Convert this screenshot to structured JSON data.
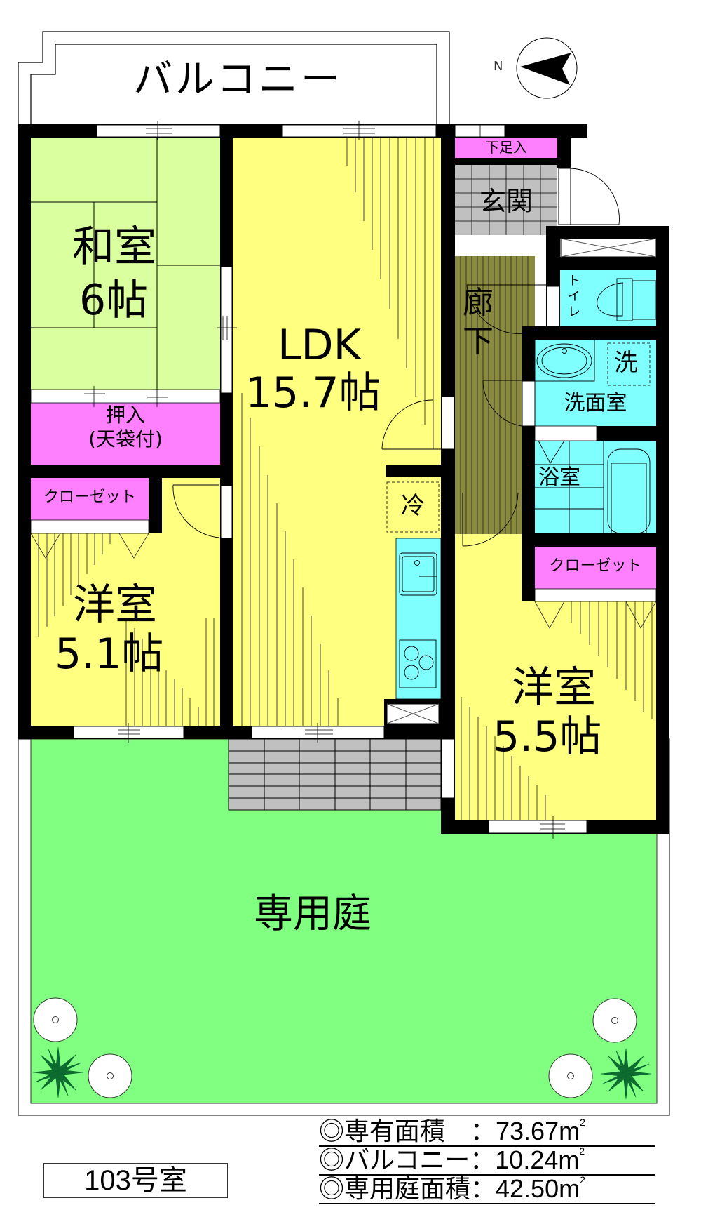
{
  "title": "103号室 間取り図",
  "compass": {
    "letter": "N",
    "glyph": "N"
  },
  "colors": {
    "washitsu": "#d9ff9f",
    "western": "#ffff80",
    "closet": "#ff80ff",
    "wet": "#80ffff",
    "hallway": "#8b8b3f",
    "tile": "#c0c0c0",
    "garden": "#80ff80",
    "wall": "#000000"
  },
  "rooms": {
    "balcony": "バルコニー",
    "washitsu": {
      "name": "和室",
      "size": "6帖"
    },
    "oshiire": {
      "line1": "押入",
      "line2": "(天袋付)"
    },
    "ldk": {
      "name": "LDK",
      "size": "15.7帖"
    },
    "shoe_closet": "下足入",
    "entrance": "玄関",
    "hallway": {
      "char1": "廊",
      "char2": "下"
    },
    "toilet": {
      "c1": "ト",
      "c2": "イ",
      "c3": "レ"
    },
    "washer": "洗",
    "washroom": "洗面室",
    "bathroom": "浴室",
    "fridge": "冷",
    "closet_left": "クローゼット",
    "closet_right": "クローゼット",
    "western1": {
      "name": "洋室",
      "size": "5.1帖"
    },
    "western2": {
      "name": "洋室",
      "size": "5.5帖"
    },
    "garden": "専用庭"
  },
  "room_number": "103号室",
  "areas": [
    {
      "label": "◎専有面積　：",
      "value": "73.67",
      "unit": "m",
      "sup": "2"
    },
    {
      "label": "◎バルコニー：",
      "value": "10.24",
      "unit": "m",
      "sup": "2"
    },
    {
      "label": "◎専用庭面積：",
      "value": "42.50",
      "unit": "m",
      "sup": "2"
    }
  ]
}
